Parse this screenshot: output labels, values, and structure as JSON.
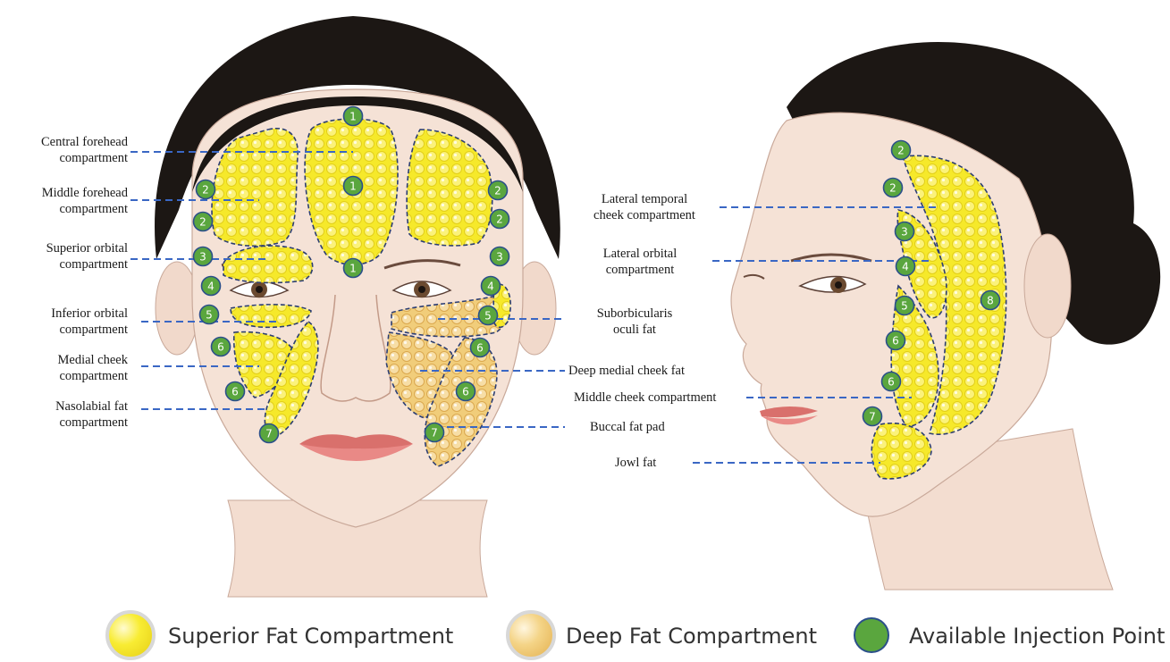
{
  "colors": {
    "superior_fill": "#f6ea28",
    "deep_fill": "#f3d27a",
    "injection_fill": "#5aa63e",
    "injection_stroke": "#2b4f8a",
    "leader_line": "#3a67c4",
    "skin": "#f5e2d6",
    "hair": "#1c1714"
  },
  "front_labels_left": [
    "Central forehead\ncompartment",
    "Middle forehead\ncompartment",
    "Superior orbital\ncompartment",
    "Inferior orbital\ncompartment",
    "Medial cheek\ncompartment",
    "Nasolabial fat\ncompartment"
  ],
  "front_labels_right": [
    "Suborbicularis\noculi fat",
    "Deep medial cheek fat",
    "Buccal fat pad"
  ],
  "side_labels": [
    "Lateral temporal\ncheek compartment",
    "Lateral orbital\ncompartment",
    "Middle cheek compartment",
    "Jowl fat"
  ],
  "front_points": [
    "1",
    "1",
    "1",
    "2",
    "2",
    "2",
    "2",
    "3",
    "3",
    "4",
    "4",
    "5",
    "5",
    "6",
    "6",
    "6",
    "6",
    "7",
    "7"
  ],
  "side_points": [
    "2",
    "2",
    "3",
    "4",
    "5",
    "6",
    "6",
    "7",
    "8"
  ],
  "legend": [
    {
      "label": "Superior Fat Compartment",
      "icon": "superior-fat-icon"
    },
    {
      "label": "Deep Fat Compartment",
      "icon": "deep-fat-icon"
    },
    {
      "label": "Available Injection Point",
      "icon": "injection-point-icon"
    }
  ]
}
